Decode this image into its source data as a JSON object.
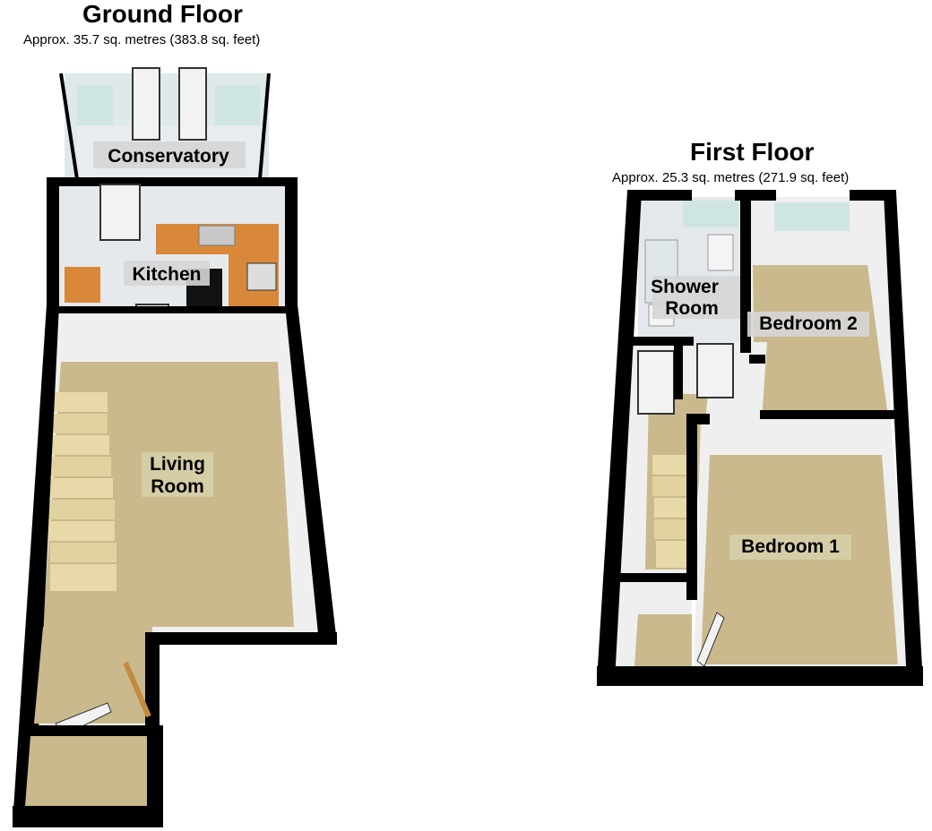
{
  "ground_floor": {
    "title": "Ground Floor",
    "area": "Approx. 35.7 sq. metres (383.8 sq. feet)",
    "rooms": {
      "conservatory": "Conservatory",
      "kitchen": "Kitchen",
      "living_room_line1": "Living",
      "living_room_line2": "Room"
    }
  },
  "first_floor": {
    "title": "First Floor",
    "area": "Approx. 25.3 sq. metres (271.9 sq. feet)",
    "rooms": {
      "shower_room_line1": "Shower",
      "shower_room_line2": "Room",
      "bedroom_2": "Bedroom 2",
      "bedroom_1": "Bedroom 1"
    }
  },
  "colors": {
    "wall": "#000000",
    "carpet": "#c9b98c",
    "tile": "#e4e8ec",
    "worktop": "#d9883a",
    "wall_face": "#f4f4f4",
    "glass": "#cfe5e3"
  }
}
